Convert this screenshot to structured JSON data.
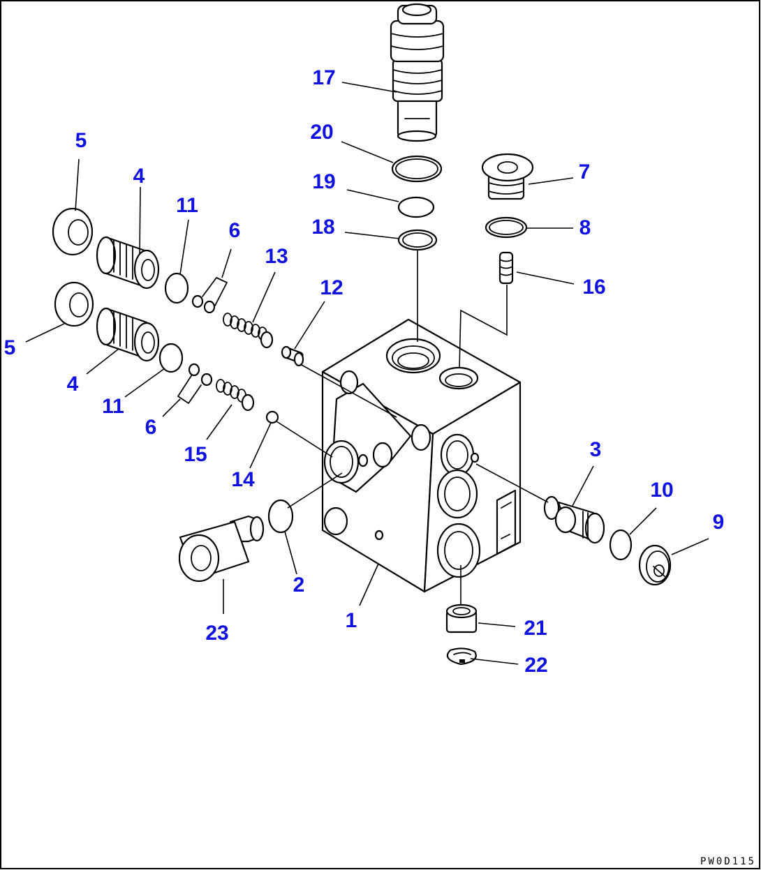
{
  "diagram": {
    "drawing_code": "PW0D115",
    "callouts": [
      {
        "id": "c1",
        "label": "1"
      },
      {
        "id": "c2",
        "label": "2"
      },
      {
        "id": "c3",
        "label": "3"
      },
      {
        "id": "c4a",
        "label": "4"
      },
      {
        "id": "c4b",
        "label": "4"
      },
      {
        "id": "c5a",
        "label": "5"
      },
      {
        "id": "c5b",
        "label": "5"
      },
      {
        "id": "c6a",
        "label": "6"
      },
      {
        "id": "c6b",
        "label": "6"
      },
      {
        "id": "c7",
        "label": "7"
      },
      {
        "id": "c8",
        "label": "8"
      },
      {
        "id": "c9",
        "label": "9"
      },
      {
        "id": "c10",
        "label": "10"
      },
      {
        "id": "c11a",
        "label": "11"
      },
      {
        "id": "c11b",
        "label": "11"
      },
      {
        "id": "c12",
        "label": "12"
      },
      {
        "id": "c13",
        "label": "13"
      },
      {
        "id": "c14",
        "label": "14"
      },
      {
        "id": "c15",
        "label": "15"
      },
      {
        "id": "c16",
        "label": "16"
      },
      {
        "id": "c17",
        "label": "17"
      },
      {
        "id": "c18",
        "label": "18"
      },
      {
        "id": "c19",
        "label": "19"
      },
      {
        "id": "c20",
        "label": "20"
      },
      {
        "id": "c21",
        "label": "21"
      },
      {
        "id": "c22",
        "label": "22"
      },
      {
        "id": "c23",
        "label": "23"
      }
    ]
  }
}
